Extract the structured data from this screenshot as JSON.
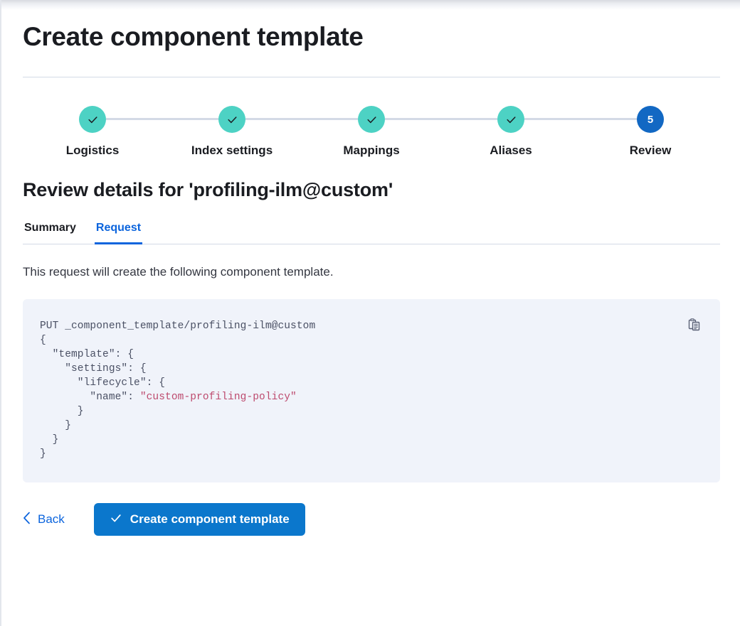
{
  "page": {
    "title": "Create component template"
  },
  "stepper": {
    "steps": [
      {
        "label": "Logistics",
        "state": "complete",
        "number": "1",
        "icon": "check-icon"
      },
      {
        "label": "Index settings",
        "state": "complete",
        "number": "2",
        "icon": "check-icon"
      },
      {
        "label": "Mappings",
        "state": "complete",
        "number": "3",
        "icon": "check-icon"
      },
      {
        "label": "Aliases",
        "state": "complete",
        "number": "4",
        "icon": "check-icon"
      },
      {
        "label": "Review",
        "state": "current",
        "number": "5",
        "icon": ""
      }
    ],
    "complete_color": "#4dd2c4",
    "current_color": "#1268c3",
    "connector_color": "#d3dae6"
  },
  "review": {
    "section_title": "Review details for 'profiling-ilm@custom'",
    "tabs": [
      {
        "label": "Summary",
        "active": false
      },
      {
        "label": "Request",
        "active": true
      }
    ],
    "description": "This request will create the following component template."
  },
  "code_block": {
    "background": "#f0f3fa",
    "string_color": "#bd4a6e",
    "copy_icon": "copy-clipboard-icon",
    "method_line": "PUT _component_template/profiling-ilm@custom",
    "lines": [
      {
        "text": "PUT _component_template/profiling-ilm@custom"
      },
      {
        "text": "{"
      },
      {
        "text": "  \"template\": {"
      },
      {
        "text": "    \"settings\": {"
      },
      {
        "text": "      \"lifecycle\": {"
      },
      {
        "text": "        \"name\": ",
        "string": "\"custom-profiling-policy\""
      },
      {
        "text": "      }"
      },
      {
        "text": "    }"
      },
      {
        "text": "  }"
      },
      {
        "text": "}"
      }
    ]
  },
  "actions": {
    "back_label": "Back",
    "back_icon": "chevron-left-icon",
    "submit_label": "Create component template",
    "submit_icon": "check-icon",
    "submit_color": "#0b77cc",
    "link_color": "#0b64dd"
  }
}
